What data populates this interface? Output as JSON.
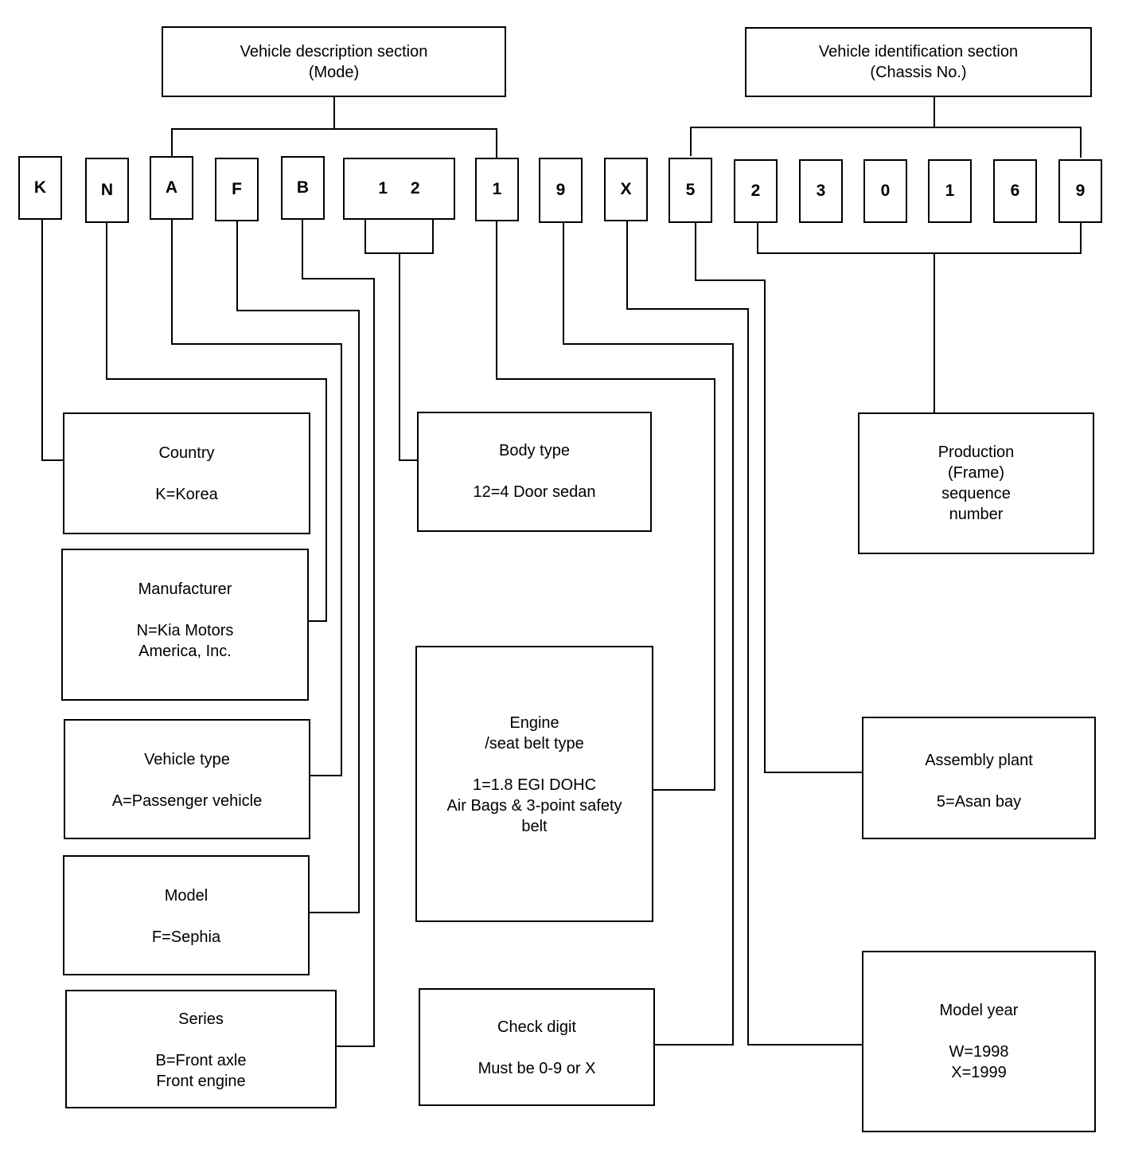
{
  "sections": {
    "description": {
      "line1": "Vehicle description section",
      "line2": "(Mode)"
    },
    "identification": {
      "line1": "Vehicle identification section",
      "line2": "(Chassis No.)"
    }
  },
  "vin": {
    "pos1": "K",
    "pos2": "N",
    "pos3": "A",
    "pos4": "F",
    "pos5": "B",
    "pos6a": "1",
    "pos6b": "2",
    "pos7": "1",
    "pos8": "9",
    "pos9": "X",
    "pos10": "5",
    "pos11": "2",
    "pos12": "3",
    "pos13": "0",
    "pos14": "1",
    "pos15": "6",
    "pos16": "9"
  },
  "descriptions": {
    "country": {
      "title": "Country",
      "value": "K=Korea"
    },
    "manufacturer": {
      "title": "Manufacturer",
      "value": "N=Kia Motors\nAmerica, Inc."
    },
    "vehicle_type": {
      "title": "Vehicle type",
      "value": "A=Passenger vehicle"
    },
    "model": {
      "title": "Model",
      "value": "F=Sephia"
    },
    "series": {
      "title": "Series",
      "value": "B=Front axle\n     Front engine"
    },
    "body_type": {
      "title": "Body type",
      "value": "12=4 Door sedan"
    },
    "engine": {
      "title": "Engine\n/seat belt type",
      "value": "1=1.8 EGI DOHC\nAir Bags & 3-point safety\nbelt"
    },
    "check_digit": {
      "title": "Check digit",
      "value": "Must be 0-9 or X"
    },
    "production": {
      "text": "Production\n(Frame)\nsequence\nnumber"
    },
    "assembly_plant": {
      "title": "Assembly plant",
      "value": "5=Asan bay"
    },
    "model_year": {
      "title": "Model year",
      "value": "W=1998\nX=1999"
    }
  }
}
